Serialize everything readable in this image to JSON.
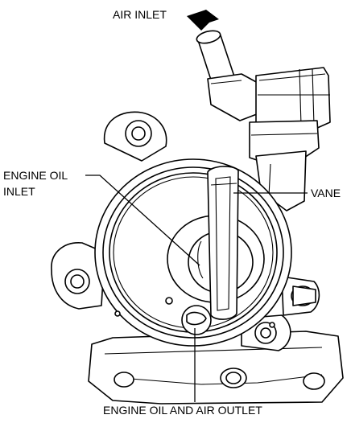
{
  "labels": {
    "air_inlet": "AIR INLET",
    "engine_oil_inlet_line1": "ENGINE OIL",
    "engine_oil_inlet_line2": "INLET",
    "vane": "VANE",
    "outlet": "ENGINE OIL AND AIR OUTLET"
  },
  "icons": {
    "flow_arrow": "arrow-down-left-icon"
  }
}
